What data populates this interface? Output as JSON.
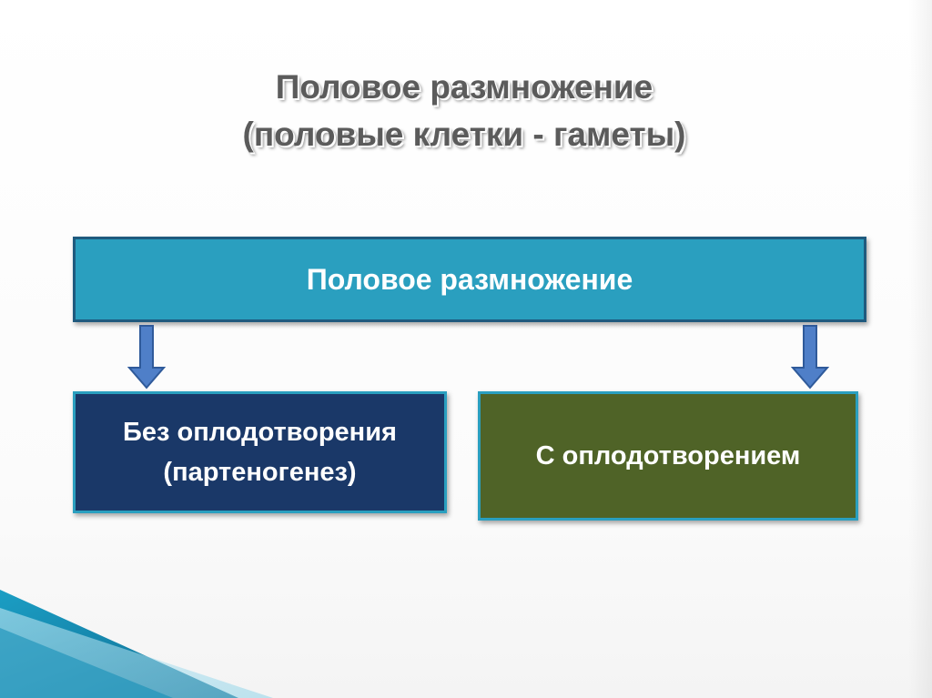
{
  "slide": {
    "title_line1": "Половое размножение",
    "title_line2": "(половые клетки - гаметы)"
  },
  "diagram": {
    "root_label": "Половое размножение",
    "left_branch_line1": "Без оплодотворения",
    "left_branch_line2": "(партеногенез)",
    "right_branch_label": "С оплодотворением"
  },
  "colors": {
    "root_fill": "#2a9fbf",
    "root_border": "#1f5a7e",
    "left_fill": "#1a3868",
    "right_fill": "#4f6327",
    "arrow_fill": "#4f7fc8",
    "corner_teal": "#1b9ec4"
  }
}
